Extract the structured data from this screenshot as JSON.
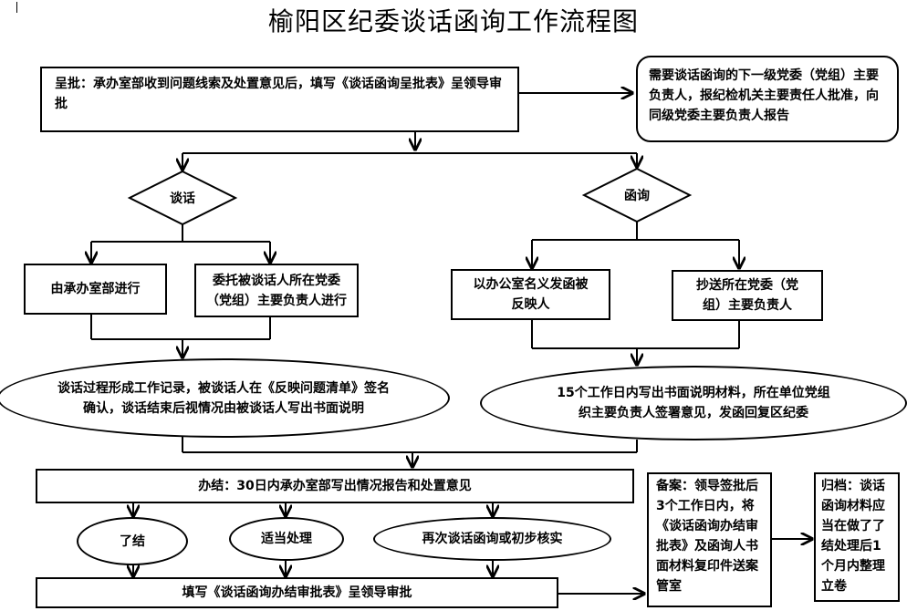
{
  "title": "榆阳区纪委谈话函询工作流程图",
  "nodes": {
    "submit": "呈批：承办室部收到问题线索及处置意见后，填写《谈话函询呈批表》呈领导审批",
    "lower_level": "需要谈话函询的下一级党委（党组）主要负责人，报纪检机关主要责任人批准，向同级党委主要负责人报告",
    "talk": "谈话",
    "inquiry": "函询",
    "by_office": "由承办室部进行",
    "entrust": "委托被谈话人所在党委（党组）主要负责人进行",
    "send_letter": "以办公室名义发函被反映人",
    "cc": "抄送所在党委（党组）主要负责人",
    "talk_record": "谈话过程形成工作记录，被谈话人在《反映问题清单》签名确认，谈话结束后视情况由被谈话人写出书面说明",
    "written_15": "15个工作日内写出书面说明材料，所在单位党组织主要负责人签署意见，发函回复区纪委",
    "conclude": "办结：30日内承办室部写出情况报告和处置意见",
    "close": "了结",
    "handle": "适当处理",
    "again": "再次谈话函询或初步核实",
    "fill_form": "填写《谈话函询办结审批表》呈领导审批",
    "record": "备案：领导签批后3个工作日内，将《谈话函询办结审批表》及函询人书面材料复印件送案管室",
    "archive": "归档：谈话函询材料应当在做了了结处理后1个月内整理立卷"
  }
}
